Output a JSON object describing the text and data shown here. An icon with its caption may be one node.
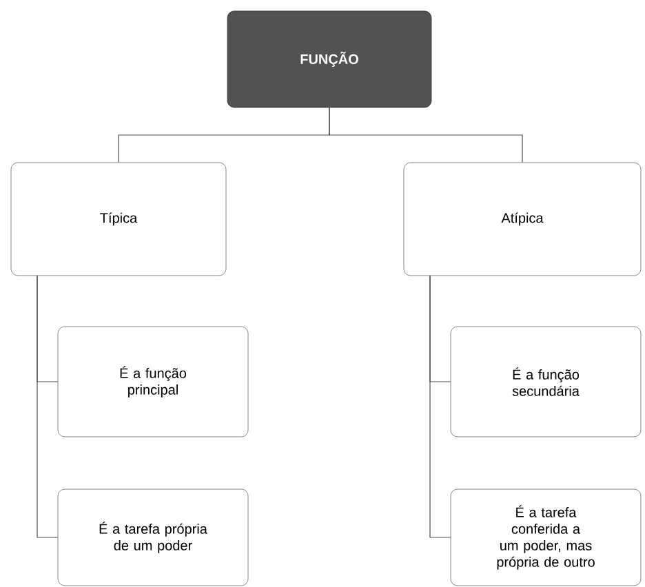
{
  "diagram": {
    "nodes": [
      {
        "text": [
          "FUNÇÃO"
        ]
      },
      {
        "text": [
          "Típica"
        ]
      },
      {
        "text": [
          "Atípica"
        ]
      },
      {
        "text": [
          "É a função principal"
        ]
      },
      {
        "text": [
          "É a tarefa própria de um poder"
        ]
      },
      {
        "text": [
          "É a função secundária"
        ]
      },
      {
        "text": [
          "É a tarefa conferida a um poder, mas própria de outro"
        ]
      }
    ],
    "edges": [
      {
        "from": 0,
        "to": 1,
        "arrow": "none"
      },
      {
        "from": 0,
        "to": 2,
        "arrow": "none"
      },
      {
        "from": 1,
        "to": 3,
        "arrow": "none"
      },
      {
        "from": 1,
        "to": 4,
        "arrow": "none"
      },
      {
        "from": 2,
        "to": 5,
        "arrow": "none"
      },
      {
        "from": 2,
        "to": 6,
        "arrow": "none"
      }
    ]
  }
}
